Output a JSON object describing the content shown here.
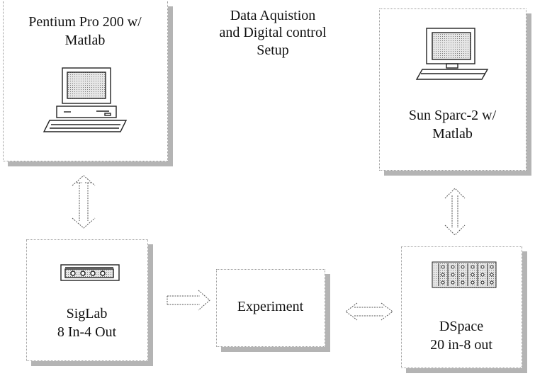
{
  "title": [
    "Data Aquistion",
    "and Digital control",
    "Setup"
  ],
  "pc_box": {
    "line1": "Pentium Pro 200 w/",
    "line2": "Matlab",
    "icon": "desktop-computer-icon"
  },
  "sun_box": {
    "line1": "Sun Sparc-2 w/",
    "line2": "Matlab",
    "icon": "workstation-computer-icon"
  },
  "siglab_box": {
    "line1": "SigLab",
    "line2": "8 In-4 Out",
    "icon": "siglab-device-icon"
  },
  "experiment_box": {
    "label": "Experiment"
  },
  "dspace_box": {
    "line1": "DSpace",
    "line2": "20 in-8 out",
    "icon": "dspace-board-icon"
  }
}
